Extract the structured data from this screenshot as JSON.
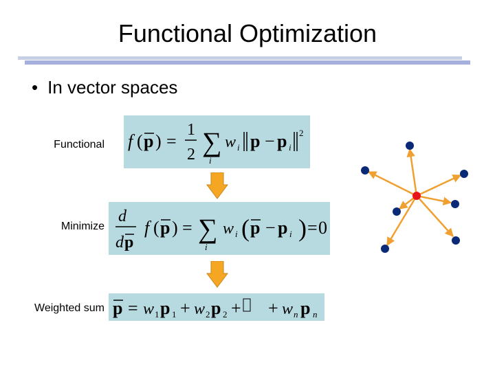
{
  "slide": {
    "title": "Functional Optimization",
    "bullet": "In vector spaces",
    "bullet_symbol": "•"
  },
  "rows": [
    {
      "label": "Functional"
    },
    {
      "label": "Minimize"
    },
    {
      "label": "Weighted sum"
    }
  ],
  "colors": {
    "equation_box": "#b7d9e0",
    "arrow_fill": "#f5a623",
    "arrow_stroke": "#c9861a",
    "node": "#0a2a78",
    "center_node": "#e8141c",
    "edge": "#f0a030"
  }
}
